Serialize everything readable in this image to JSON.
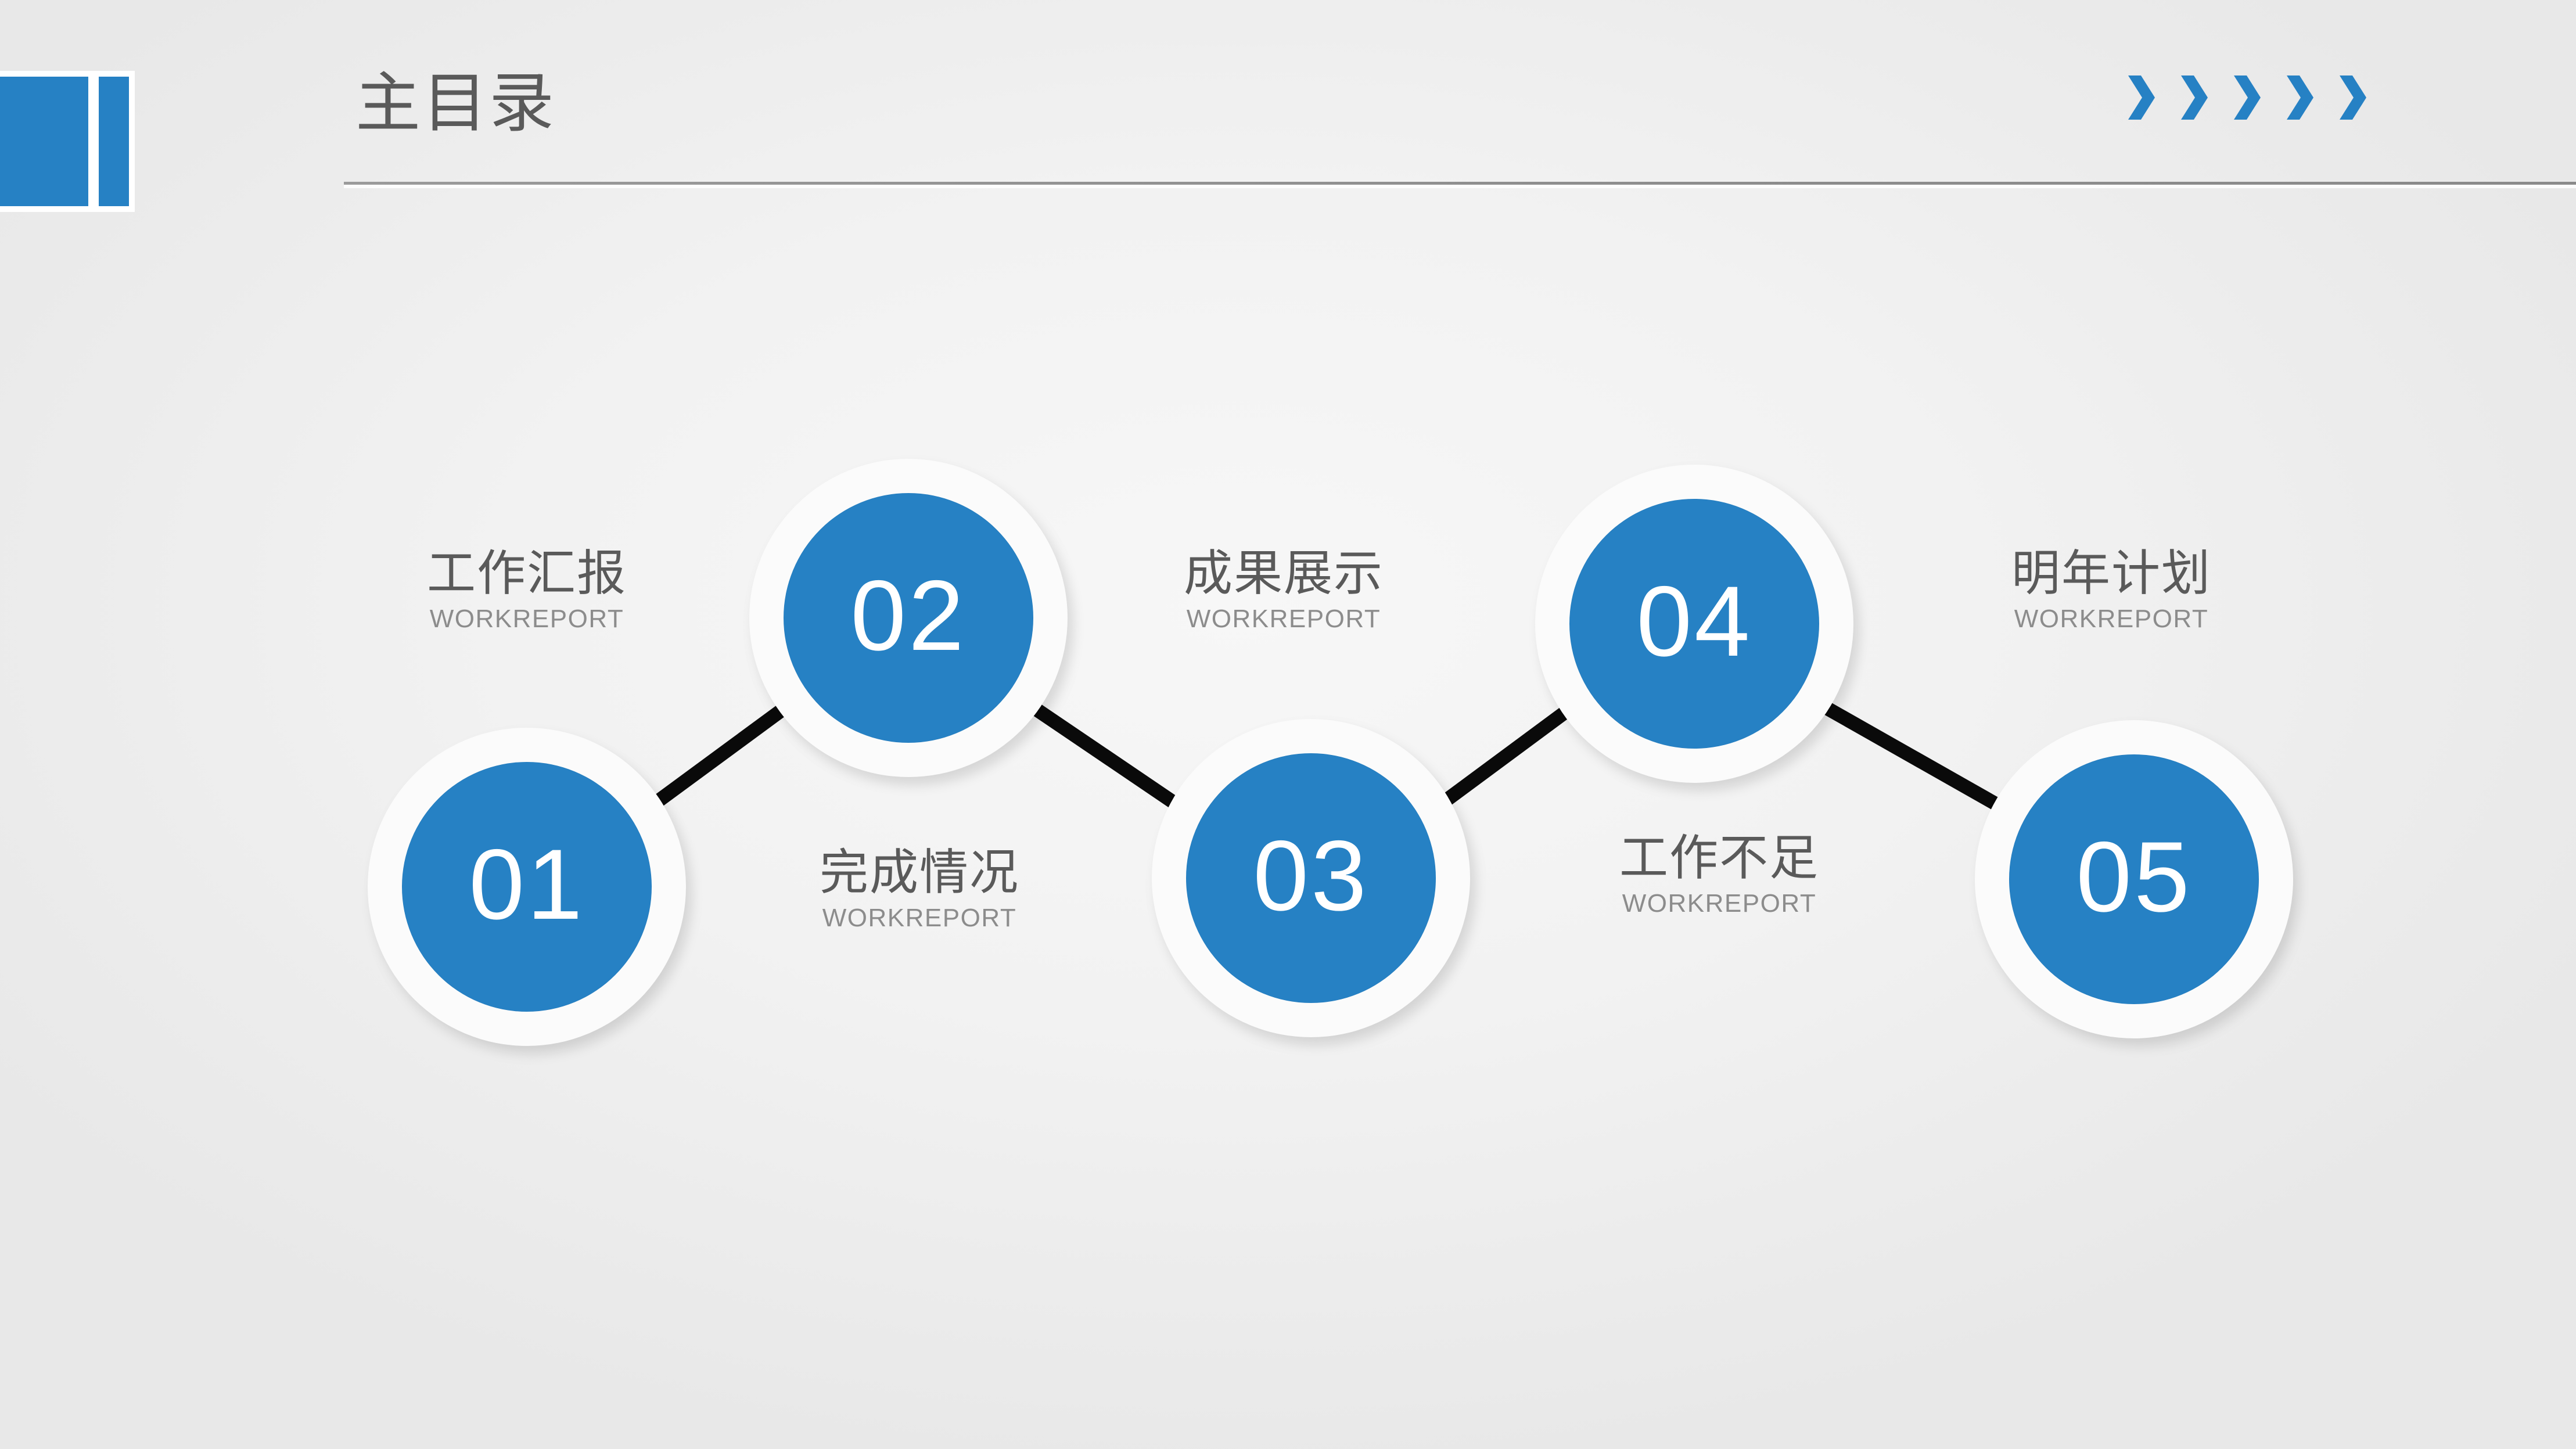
{
  "header": {
    "title": "主目录",
    "mark_color": "#2681c4",
    "rule_color": "#8d8d8d",
    "chevron_icon": "chevron-right-icon",
    "chevron_count": 5,
    "chevron_color": "#2681c4"
  },
  "theme": {
    "background": "#f2f2f2",
    "accent": "#2681c4",
    "text_primary": "#5a5a5a",
    "text_secondary": "#8c8c8c",
    "connector": "#0a0a0a",
    "ring": "#fbfbfb"
  },
  "diagram": {
    "type": "zigzag-process",
    "nodes": [
      {
        "number": "01",
        "title": "工作汇报",
        "subtitle": "WORKREPORT",
        "label_position": "above-left"
      },
      {
        "number": "02",
        "title": "完成情况",
        "subtitle": "WORKREPORT",
        "label_position": "below-left"
      },
      {
        "number": "03",
        "title": "成果展示",
        "subtitle": "WORKREPORT",
        "label_position": "above-left"
      },
      {
        "number": "04",
        "title": "工作不足",
        "subtitle": "WORKREPORT",
        "label_position": "below-left"
      },
      {
        "number": "05",
        "title": "明年计划",
        "subtitle": "WORKREPORT",
        "label_position": "above-left"
      }
    ],
    "connections": [
      {
        "from": "01",
        "to": "02"
      },
      {
        "from": "02",
        "to": "03"
      },
      {
        "from": "03",
        "to": "04"
      },
      {
        "from": "04",
        "to": "05"
      }
    ]
  }
}
